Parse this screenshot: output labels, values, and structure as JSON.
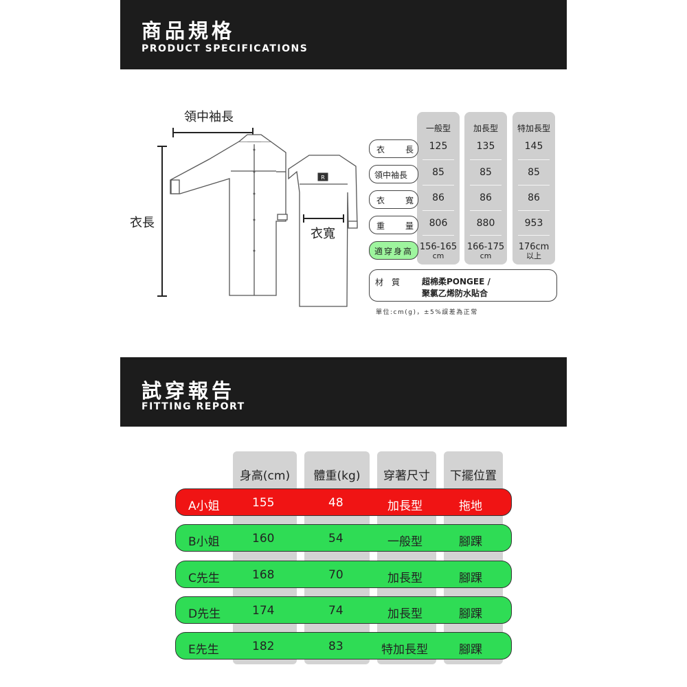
{
  "spec_banner": {
    "title": "商品規格",
    "subtitle": "PRODUCT SPECIFICATIONS"
  },
  "fit_banner": {
    "title": "試穿報告",
    "subtitle": "FITTING REPORT"
  },
  "diagram": {
    "sleeve_label": "領中袖長",
    "length_label": "衣長",
    "width_label": "衣寬",
    "logo_text": "R"
  },
  "spec_table": {
    "columns": [
      "一般型",
      "加長型",
      "特加長型"
    ],
    "rows": [
      {
        "label_a": "衣",
        "label_b": "長",
        "values": [
          "125",
          "135",
          "145"
        ]
      },
      {
        "label": "領中袖長",
        "values": [
          "85",
          "85",
          "85"
        ]
      },
      {
        "label_a": "衣",
        "label_b": "寬",
        "values": [
          "86",
          "86",
          "86"
        ]
      },
      {
        "label_a": "重",
        "label_b": "量",
        "values": [
          "806",
          "880",
          "953"
        ]
      }
    ],
    "height_row": {
      "label": "適穿身高",
      "values": [
        {
          "main": "156-165",
          "sub": "cm"
        },
        {
          "main": "166-175",
          "sub": "cm"
        },
        {
          "main": "176cm",
          "sub": "以上"
        }
      ]
    },
    "material": {
      "label": "材質",
      "line1": "超棉柔PONGEE /",
      "line2": "聚氯乙烯防水貼合"
    },
    "note": "單位:cm(g)，±5%誤差為正常"
  },
  "fit_table": {
    "headers": [
      "身高(cm)",
      "體重(kg)",
      "穿著尺寸",
      "下擺位置"
    ],
    "rows": [
      {
        "name": "A小姐",
        "height": "155",
        "weight": "48",
        "size": "加長型",
        "hem": "拖地",
        "color": "#f01414"
      },
      {
        "name": "B小姐",
        "height": "160",
        "weight": "54",
        "size": "一般型",
        "hem": "腳踝",
        "color": "#2fdc55"
      },
      {
        "name": "C先生",
        "height": "168",
        "weight": "70",
        "size": "加長型",
        "hem": "腳踝",
        "color": "#2fdc55"
      },
      {
        "name": "D先生",
        "height": "174",
        "weight": "74",
        "size": "加長型",
        "hem": "腳踝",
        "color": "#2fdc55"
      },
      {
        "name": "E先生",
        "height": "182",
        "weight": "83",
        "size": "特加長型",
        "hem": "腳踝",
        "color": "#2fdc55"
      }
    ]
  }
}
